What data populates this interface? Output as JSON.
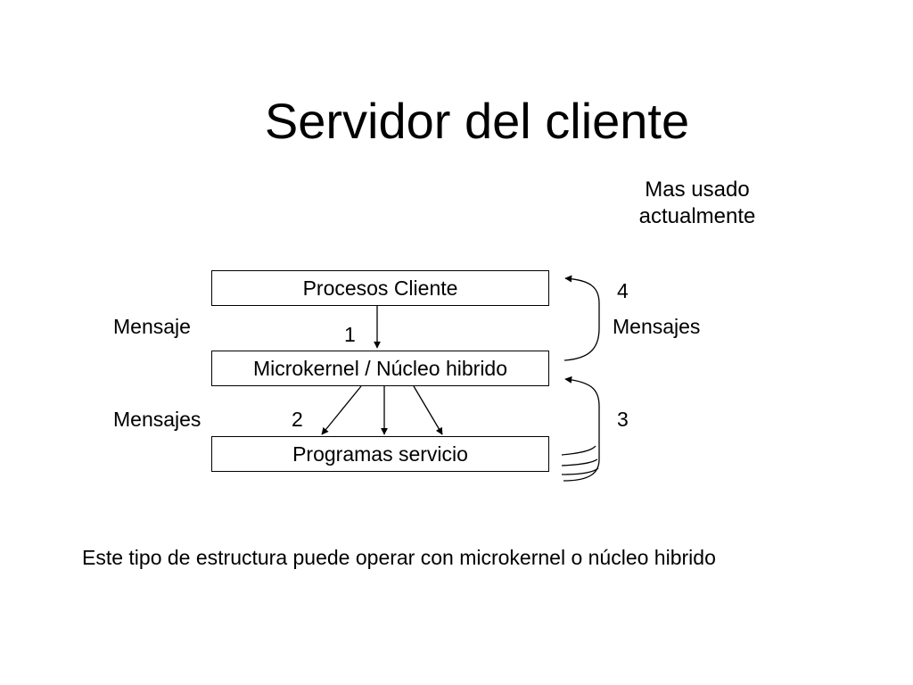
{
  "title": "Servidor del cliente",
  "note": {
    "line1": "Mas usado",
    "line2": "actualmente"
  },
  "boxes": {
    "cliente": "Procesos Cliente",
    "microkernel": "Microkernel / Núcleo hibrido",
    "programas": "Programas servicio"
  },
  "labels": {
    "mensaje_left": "Mensaje",
    "mensajes_left": "Mensajes",
    "mensajes_right": "Mensajes",
    "step1": "1",
    "step2": "2",
    "step3": "3",
    "step4": "4"
  },
  "footer": "Este tipo de estructura puede operar con microkernel o núcleo hibrido"
}
